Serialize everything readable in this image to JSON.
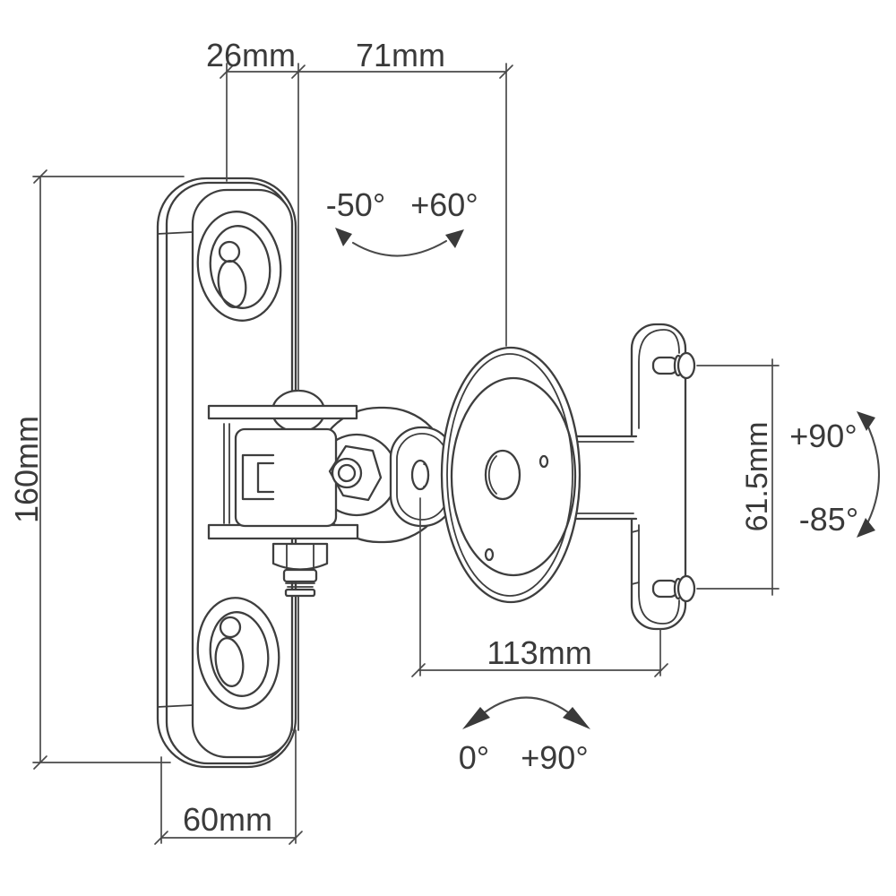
{
  "colors": {
    "background": "#ffffff",
    "line": "#3e3e3e",
    "dimension_line": "#4a4a4a",
    "text": "#3a3a3a"
  },
  "dimensions": {
    "top_offset": "26mm",
    "top_reach": "71mm",
    "plate_height": "160mm",
    "bracket_hole_spacing": "61.5mm",
    "horizontal_reach": "113mm",
    "plate_width": "60mm"
  },
  "angles": {
    "swivel_min": "-50°",
    "swivel_max": "+60°",
    "tilt_up": "+90°",
    "tilt_down": "-85°",
    "rotation_min": "0°",
    "rotation_max": "+90°"
  }
}
